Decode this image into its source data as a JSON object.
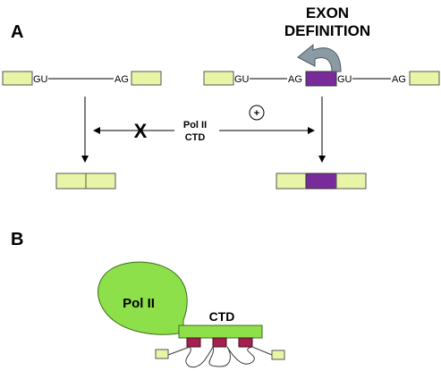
{
  "panels": {
    "a_label": "A",
    "b_label": "B"
  },
  "exon_definition": {
    "line1": "EXON",
    "line2": "DEFINITION"
  },
  "splice_sites": {
    "donor": "GU",
    "acceptor": "AG"
  },
  "center": {
    "line1": "Pol II",
    "line2": "CTD",
    "block_mark": "X",
    "stimulate_mark": "+"
  },
  "pol2_diagram": {
    "polymerase_label": "Pol II",
    "ctd_label": "CTD"
  },
  "colors": {
    "exon_fill": "#e9f5a6",
    "exon_stroke": "#555555",
    "internal_exon": "#7a2b9b",
    "pol_green": "#8ee04a",
    "ctd_factor": "#a3214f",
    "arc_arrow": "#8c9ba3"
  }
}
